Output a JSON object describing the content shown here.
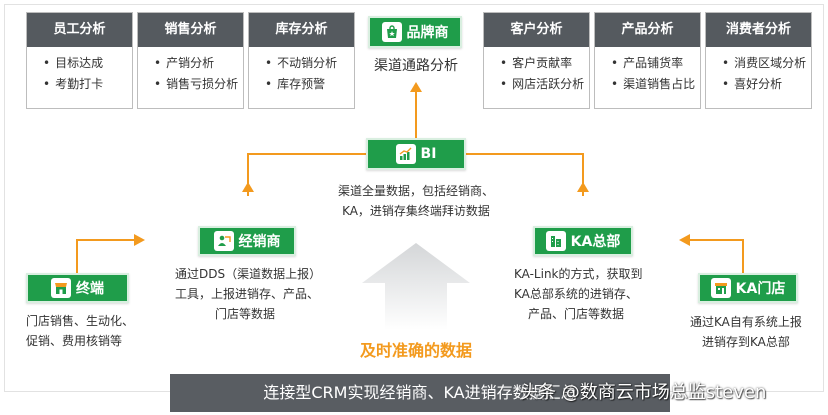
{
  "top_cards": [
    {
      "title": "员工分析",
      "items": [
        "目标达成",
        "考勤打卡"
      ]
    },
    {
      "title": "销售分析",
      "items": [
        "产销分析",
        "销售亏损分析"
      ]
    },
    {
      "title": "库存分析",
      "items": [
        "不动销分析",
        "库存预警"
      ]
    },
    {
      "title": "客户分析",
      "items": [
        "客户贡献率",
        "网店活跃分析"
      ]
    },
    {
      "title": "产品分析",
      "items": [
        "产品铺货率",
        "渠道销售占比"
      ]
    },
    {
      "title": "消费者分析",
      "items": [
        "消费区域分析",
        "喜好分析"
      ]
    }
  ],
  "brand": {
    "label": "品牌商",
    "sub": "渠道通路分析"
  },
  "bi": {
    "label": "BI",
    "desc": [
      "渠道全量数据，包括经销商、",
      "KA，进销存集终端拜访数据"
    ]
  },
  "dealer": {
    "label": "经销商",
    "desc": [
      "通过DDS（渠道数据上报）",
      "工具，上报进销存、产品、",
      "门店等数据"
    ]
  },
  "terminal": {
    "label": "终端",
    "desc": [
      "门店销售、生动化、",
      "促销、费用核销等"
    ]
  },
  "ka_hq": {
    "label": "KA总部",
    "desc": [
      "KA-Link的方式，获取到",
      "KA总部系统的进销存、",
      "产品、门店等数据"
    ]
  },
  "ka_store": {
    "label": "KA门店",
    "desc": [
      "通过KA自有系统上报",
      "进销存到KA总部"
    ]
  },
  "center_note": "及时准确的数据",
  "bottom_bar": "连接型CRM实现经销商、KA进销存数据汇总",
  "watermark": "头条 @数商云市场总监steven",
  "colors": {
    "green": "#1f9d4a",
    "orange": "#f39a1e",
    "card_header": "#555a5f"
  }
}
